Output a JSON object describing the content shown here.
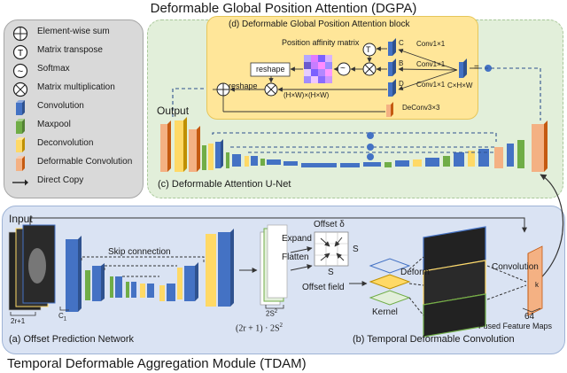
{
  "titles": {
    "top": "Deformable Global Position Attention (DGPA)",
    "bottom": "Temporal Deformable Aggregation Module (TDAM)"
  },
  "legend": [
    {
      "icon": "element-wise-sum-icon",
      "label": "Element-wise sum"
    },
    {
      "icon": "matrix-transpose-icon",
      "label": "Matrix transpose",
      "glyph": "T"
    },
    {
      "icon": "softmax-icon",
      "label": "Softmax",
      "glyph": "~"
    },
    {
      "icon": "matrix-multiplication-icon",
      "label": "Matrix multiplication"
    },
    {
      "icon": "convolution-icon",
      "label": "Convolution",
      "color": "#4472c4"
    },
    {
      "icon": "maxpool-icon",
      "label": "Maxpool",
      "color": "#70ad47"
    },
    {
      "icon": "deconvolution-icon",
      "label": "Deconvolution",
      "color": "#ffd966"
    },
    {
      "icon": "deformable-convolution-icon",
      "label": "Deformable Convolution",
      "color": "#f4b183"
    },
    {
      "icon": "direct-copy-icon",
      "label": "Direct Copy"
    }
  ],
  "dgpa": {
    "block_title": "(d) Deformable Global Position Attention block",
    "affinity": "Position affinity matrix",
    "reshape_box": "reshape",
    "reshape_label": "reshape",
    "dims": "(H×W)×(H×W)",
    "C": "C",
    "B": "B",
    "D": "D",
    "conv_c": "Conv1×1",
    "conv_b": "Conv1×1",
    "conv_d": "Conv1×1",
    "deconv": "DeConv3×3",
    "chw": "C×H×W",
    "equals": "=",
    "transpose_glyph": "T",
    "softmax_glyph": "~",
    "output": "Output",
    "unet_caption": "(c) Deformable Attention U-Net"
  },
  "tdam": {
    "input": "Input",
    "skip": "Skip connection",
    "offset_delta": "Offset δ",
    "expand": "Expand",
    "flatten": "Flatten",
    "offset_field": "Offset field",
    "s1": "S",
    "s2": "S",
    "deform": "Deform",
    "kernel": "Kernel",
    "convolution": "Convolution",
    "k": "k",
    "n64": "64",
    "fused": "Fused Feature Maps",
    "two_r": "2r+1",
    "c1": "C",
    "c1_sub": "1",
    "two_s2": "2S",
    "two_s2_sup": "2",
    "formula": "(2r + 1) · 2S",
    "formula_sup": "2",
    "caption_a": "(a) Offset Prediction Network",
    "caption_b": "(b) Temporal Deformable Convolution"
  },
  "colors": {
    "convolution": "#4472c4",
    "maxpool": "#70ad47",
    "deconvolution": "#ffd966",
    "deformable": "#f4b183",
    "legend_bg": "#d9d9d9",
    "dgpa_bg": "#e2efda",
    "block_bg": "#ffe699",
    "tdam_bg": "#dae3f3"
  }
}
